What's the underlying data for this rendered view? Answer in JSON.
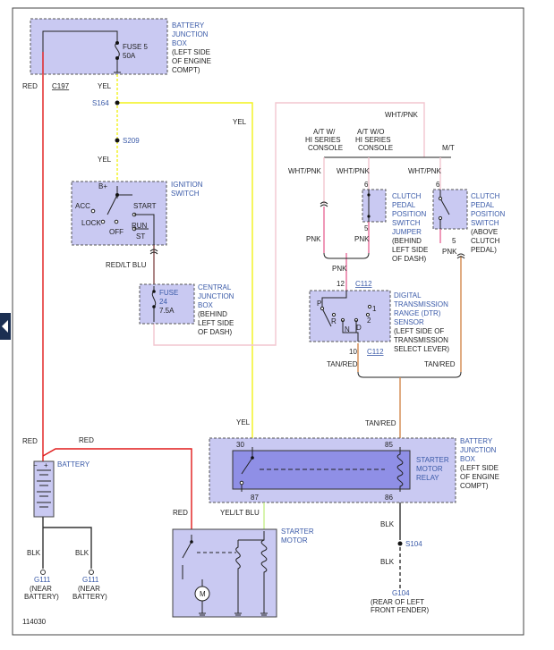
{
  "labels": {
    "bjb_top": [
      "BATTERY",
      "JUNCTION",
      "BOX",
      "(LEFT SIDE",
      "OF ENGINE",
      "COMPT)"
    ],
    "fuse5": [
      "FUSE 5",
      "50A"
    ],
    "red": "RED",
    "c197": "C197",
    "yel": "YEL",
    "s164": "S164",
    "s209": "S209",
    "b_plus": "B+",
    "acc": "ACC",
    "lock": "LOCK",
    "off": "OFF",
    "start": "START",
    "run": "RUN",
    "st": "ST",
    "ignition": [
      "IGNITION",
      "SWITCH"
    ],
    "red_lt_blu": "RED/LT BLU",
    "fuse24": [
      "FUSE",
      "24",
      "7.5A"
    ],
    "cjb": [
      "CENTRAL",
      "JUNCTION",
      "BOX",
      "(BEHIND",
      "LEFT SIDE",
      "OF DASH)"
    ],
    "wht_pnk": "WHT/PNK",
    "at_w": [
      "A/T W/",
      "HI SERIES",
      "CONSOLE"
    ],
    "at_wo": [
      "A/T W/O",
      "HI SERIES",
      "CONSOLE"
    ],
    "mt": "M/T",
    "pin6": "6",
    "pin5": "5",
    "clutch_jumper": [
      "CLUTCH",
      "PEDAL",
      "POSITION",
      "SWITCH",
      "JUMPER"
    ],
    "behind_left_dash": [
      "(BEHIND",
      "LEFT SIDE",
      "OF DASH)"
    ],
    "clutch_switch": [
      "CLUTCH",
      "PEDAL",
      "POSITION",
      "SWITCH"
    ],
    "above_clutch": [
      "(ABOVE",
      "CLUTCH",
      "PEDAL)"
    ],
    "pnk": "PNK",
    "pin12": "12",
    "c112": "C112",
    "pin10": "10",
    "dtr_p": "P",
    "dtr_r": "R",
    "dtr_n": "N",
    "dtr_d": "D",
    "dtr_1": "1",
    "dtr_2": "2",
    "dtr": [
      "DIGITAL",
      "TRANSMISSION",
      "RANGE (DTR)",
      "SENSOR"
    ],
    "dtr_loc": [
      "(LEFT SIDE OF",
      "TRANSMISSION",
      "SELECT LEVER)"
    ],
    "tan_red": "TAN/RED",
    "battery": "BATTERY",
    "pin30": "30",
    "pin85": "85",
    "pin87": "87",
    "pin86": "86",
    "starter_relay": [
      "STARTER",
      "MOTOR",
      "RELAY"
    ],
    "bjb_relay": [
      "BATTERY",
      "JUNCTION",
      "BOX",
      "(LEFT SIDE",
      "OF ENGINE",
      "COMPT)"
    ],
    "yel_lt_blu": "YEL/LT BLU",
    "starter_motor": [
      "STARTER",
      "MOTOR"
    ],
    "motor_m": "M",
    "blk": "BLK",
    "s104": "S104",
    "g111": "G111",
    "near_battery": [
      "(NEAR",
      "BATTERY)"
    ],
    "g104": "G104",
    "g104_loc": [
      "(REAR OF LEFT",
      "FRONT FENDER)"
    ],
    "fig_no": "114030"
  },
  "colors": {
    "red": "#e01a1a",
    "yellow": "#f2f21a",
    "pink_light": "#f2c6cf",
    "pink": "#e86c9a",
    "tan_red": "#d2884e",
    "yel_lt_blu": "#c8f08c",
    "black": "#333333",
    "redblu": "#8a5252"
  }
}
